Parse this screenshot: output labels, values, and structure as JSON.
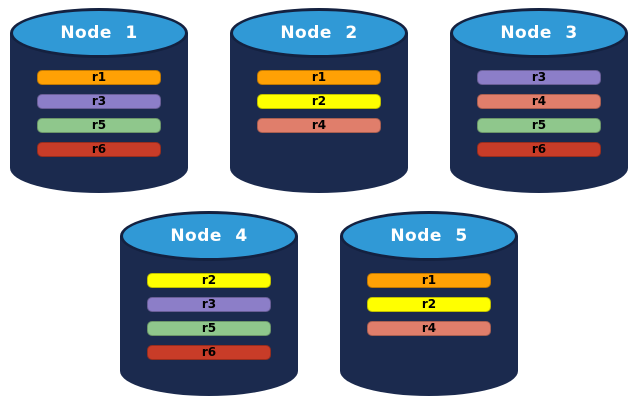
{
  "palette": {
    "background": "#FFFFFF",
    "cylinder_body": "#1B2A4E",
    "cylinder_top": "#3099D6",
    "cylinder_outline": "#142140",
    "node_label_text": "#FFFFFF",
    "bar_label_text": "#000000",
    "replicas": {
      "r1": "#FFA105",
      "r2": "#FFFF00",
      "r3": "#8C7EC8",
      "r4": "#E07E6B",
      "r5": "#8FC78C",
      "r6": "#C83C28"
    }
  },
  "nodes": [
    {
      "label": "Node 1",
      "replicas": [
        "r1",
        "r3",
        "r5",
        "r6"
      ]
    },
    {
      "label": "Node 2",
      "replicas": [
        "r1",
        "r2",
        "r4"
      ]
    },
    {
      "label": "Node 3",
      "replicas": [
        "r3",
        "r4",
        "r5",
        "r6"
      ]
    },
    {
      "label": "Node 4",
      "replicas": [
        "r2",
        "r3",
        "r5",
        "r6"
      ]
    },
    {
      "label": "Node 5",
      "replicas": [
        "r1",
        "r2",
        "r4"
      ]
    }
  ]
}
